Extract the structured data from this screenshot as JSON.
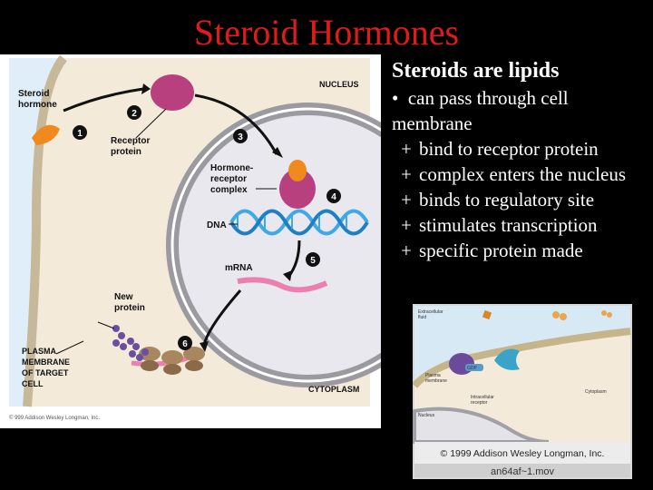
{
  "title": "Steroid Hormones",
  "bullets": {
    "heading": "Steroids are lipids",
    "point_marker": "•",
    "point": "can pass through cell membrane",
    "sub_marker": "+",
    "subpoints": [
      "bind to receptor protein",
      "complex enters the nucleus",
      "binds to regulatory site",
      "stimulates transcription",
      "specific protein made"
    ]
  },
  "diagram": {
    "labels": {
      "steroid_hormone": [
        "Steroid",
        "hormone"
      ],
      "receptor_protein": [
        "Receptor",
        "protein"
      ],
      "hormone_receptor_complex": [
        "Hormone-",
        "receptor",
        "complex"
      ],
      "dna": "DNA",
      "mrna": "mRNA",
      "new_protein": [
        "New",
        "protein"
      ],
      "plasma_membrane": [
        "PLASMA",
        "MEMBRANE",
        "OF TARGET",
        "CELL"
      ],
      "nucleus": "NUCLEUS",
      "cytoplasm": "CYTOPLASM",
      "copyright": "© 999 Addison Wesley Longman, Inc."
    },
    "steps": [
      "1",
      "2",
      "3",
      "4",
      "5",
      "6"
    ]
  },
  "movie": {
    "labels": {
      "extracellular_fluid": [
        "Extracellular",
        "fluid"
      ],
      "plasma_membrane": [
        "Plasma",
        "membrane"
      ],
      "gdp": "GDP",
      "intracellular_receptor": [
        "Intracellular",
        "receptor"
      ],
      "cytoplasm": "Cytoplasm",
      "nucleus": "Nucleus"
    },
    "copyright": "© 1999 Addison Wesley Longman, Inc.",
    "filename": "an64af~1.mov"
  },
  "colors": {
    "title": "#e01b1b",
    "text": "#ffffff",
    "background": "#000000",
    "cytoplasm": "#f3ead9",
    "extracellular": "#dfeef8",
    "nucleus_membrane": "#9a9aa0",
    "receptor": "#b8407e",
    "hormone": "#f08a1e",
    "dna": "#3fa9e6",
    "mrna": "#ec7fb0",
    "protein": "#6a4fa0"
  }
}
